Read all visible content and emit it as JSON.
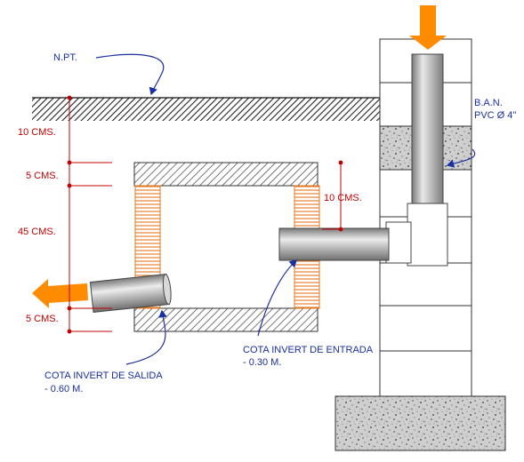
{
  "labels": {
    "npt": "N.PT.",
    "ban_line1": "B.A.N.",
    "ban_line2": "PVC Ø 4\"",
    "dim_10_left": "10 CMS.",
    "dim_5_top": "5 CMS.",
    "dim_45": "45 CMS.",
    "dim_5_bottom": "5 CMS.",
    "dim_10_inner": "10 CMS.",
    "cota_entrada_line1": "COTA INVERT DE ENTRADA",
    "cota_entrada_line2": "- 0.30 M.",
    "cota_salida_line1": "COTA INVERT DE SALIDA",
    "cota_salida_line2": "- 0.60 M."
  },
  "colors": {
    "dimension": "#c00000",
    "callout": "#1a2fa0",
    "arrow": "#ff8c00",
    "brick": "#e07820"
  }
}
